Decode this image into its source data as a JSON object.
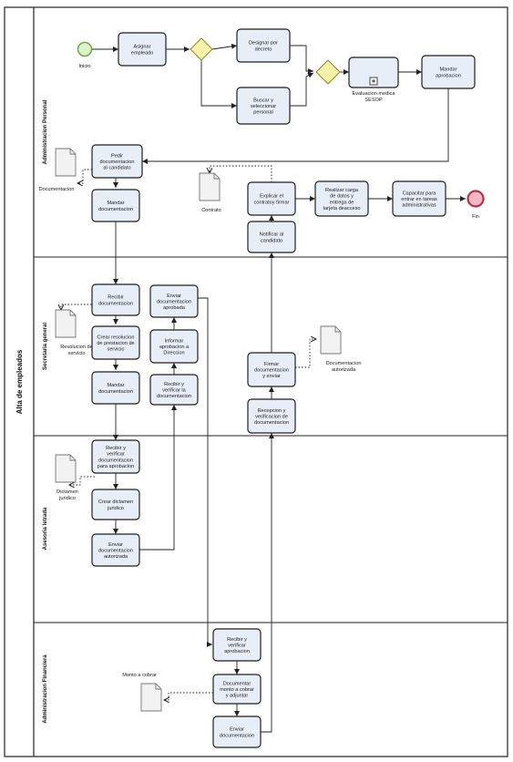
{
  "pool": {
    "title": "Alta de empleados"
  },
  "lanes": [
    {
      "id": "personal",
      "label": "Administracion Personal"
    },
    {
      "id": "secretaria",
      "label": "Secretaria general"
    },
    {
      "id": "asesoria",
      "label": "Asesoria letrada"
    },
    {
      "id": "financiera",
      "label": "Administracion Financiera"
    }
  ],
  "events": {
    "start": "Inicio",
    "end": "Fin"
  },
  "tasks": {
    "asignar": [
      "Asignar",
      "empleado"
    ],
    "designar": [
      "Designar por",
      "decreto"
    ],
    "buscar": [
      "Buscar y",
      "seleccionar",
      "personal"
    ],
    "evaluacion": [
      "Evaluacion medica",
      "SESOP"
    ],
    "mandar_aprobacion": [
      "Mandar",
      "aprobacion"
    ],
    "pedir": [
      "Pedir",
      "documentacion",
      "al candidato"
    ],
    "mandar_doc": [
      "Mandar",
      "documentacion"
    ],
    "explicar": [
      "Explicar el",
      "contratoy firmar"
    ],
    "realizar": [
      "Realizar carga",
      "de datos y",
      "entrega de",
      "tarjeta deacceso"
    ],
    "capacitar": [
      "Capacitar para",
      "entrar en tareas",
      "administrativas"
    ],
    "notificar": [
      "Notificar al",
      "candidato"
    ],
    "recibir_doc": [
      "Recibir",
      "documentacion"
    ],
    "crear_res": [
      "Crear resolucion",
      "de prestacion de",
      "servicio"
    ],
    "mandar_doc2": [
      "Mandar",
      "documentacion"
    ],
    "enviar_aprob": [
      "Enviar",
      "documentacion",
      "aprobada"
    ],
    "informar": [
      "Informar",
      "aprobacion a",
      "Direccion"
    ],
    "recibir_verif": [
      "Recibir y",
      "verificar la",
      "documentacion"
    ],
    "firmar": [
      "Firmar",
      "documentacion",
      "y enviar"
    ],
    "recepcion": [
      "Recepcion y",
      "verificacion de",
      "documentacion"
    ],
    "recibir_verif_aprob": [
      "Recibir y",
      "verificar",
      "documentacion",
      "para aprobacion"
    ],
    "crear_dict": [
      "Crear dictamen",
      "juridico"
    ],
    "enviar_autor": [
      "Enviar",
      "documentacion",
      "autorizada"
    ],
    "recibir_aprob": [
      "Recibir y",
      "verificar",
      "aprobacion"
    ],
    "documentar": [
      "Documentar",
      "monto a cobrar",
      "y adjuntar"
    ],
    "enviar_doc": [
      "Enviar",
      "documentacion"
    ]
  },
  "documents": {
    "documentacion": [
      "Documentacion"
    ],
    "contrato": [
      "Contrato"
    ],
    "resolucion": [
      "Resolucion de",
      "servicio"
    ],
    "autorizada": [
      "Documentacion",
      "autorizada"
    ],
    "dictamen": [
      "Dictamen",
      "juridico"
    ],
    "monto": [
      "Monto a cobrar"
    ]
  },
  "colors": {
    "task_fill": "#e8eef8",
    "task_stroke": "#1f1f1f",
    "gateway_fill": "#f6f2a8",
    "gateway_stroke": "#8c8a2c",
    "start_fill": "#dff3c8",
    "start_stroke": "#6aa84f",
    "end_fill": "#f4b8c0",
    "end_stroke": "#b2334a",
    "doc_fill": "#f2f2f2",
    "doc_stroke": "#777777",
    "line": "#222222"
  }
}
